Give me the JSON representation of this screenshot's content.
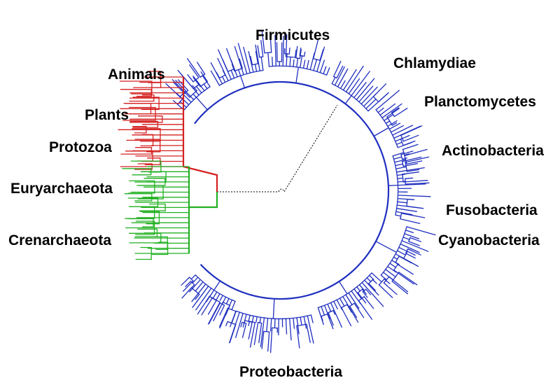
{
  "figure": {
    "colors": {
      "bacteria": "#1f2fbf",
      "eukaryotes": "#d42020",
      "archaea": "#22b022",
      "root_link": "#000000"
    },
    "labels": {
      "animals": "Animals",
      "plants": "Plants",
      "protozoa": "Protozoa",
      "euryarchaeota": "Euryarchaeota",
      "crenarchaeota": "Crenarchaeota",
      "firmicutes": "Firmicutes",
      "chlamydiae": "Chlamydiae",
      "planctomycetes": "Planctomycetes",
      "actinobacteria": "Actinobacteria",
      "fusobacteria": "Fusobacteria",
      "cyanobacteria": "Cyanobacteria",
      "proteobacteria": "Proteobacteria"
    }
  }
}
